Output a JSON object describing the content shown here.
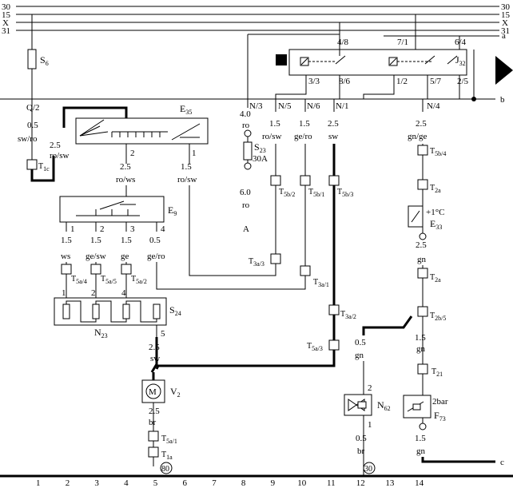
{
  "rails": {
    "r30": "30",
    "r15": "15",
    "rX": "X",
    "r31": "31",
    "ra": "a",
    "rb": "b",
    "rc": "c"
  },
  "components": {
    "S6": {
      "main": "S",
      "sub": "6"
    },
    "E35": {
      "main": "E",
      "sub": "35"
    },
    "E9": {
      "main": "E",
      "sub": "9"
    },
    "S24": {
      "main": "S",
      "sub": "24"
    },
    "N23": {
      "main": "N",
      "sub": "23"
    },
    "V2": {
      "main": "V",
      "sub": "2"
    },
    "J32": {
      "main": "J",
      "sub": "32"
    },
    "S23": {
      "main": "S",
      "sub": "23"
    },
    "S23_rating": "30A",
    "E33": {
      "main": "E",
      "sub": "33"
    },
    "E33_temp": "+1°C",
    "N62": {
      "main": "N",
      "sub": "62"
    },
    "F73": {
      "main": "F",
      "sub": "73"
    },
    "F73_pressure": "2bar",
    "M": "M"
  },
  "relay_pins": [
    "4/8",
    "7/1",
    "6/4",
    "3/3",
    "8/6",
    "1/2",
    "5/7",
    "2/5"
  ],
  "bus_pins": [
    "Q/2",
    "N/3",
    "N/5",
    "N/6",
    "N/1",
    "N/4"
  ],
  "wires": {
    "w_s6": {
      "size": "0.5",
      "color": "sw/ro"
    },
    "w_e35_left": {
      "size": "2.5",
      "color": "ro/sw"
    },
    "w_e35_pin2": {
      "size": "2.5",
      "color": "ro/ws"
    },
    "w_e35_pin1": {
      "size": "1.5",
      "color": "ro/sw"
    },
    "w_n3": {
      "size": "4.0",
      "color": "ro"
    },
    "w_n3_low": {
      "size": "6.0",
      "color": "ro"
    },
    "w_n5": {
      "size": "1.5",
      "color": "ro/sw"
    },
    "w_n6": {
      "size": "1.5",
      "color": "ge/ro"
    },
    "w_n1": {
      "size": "2.5",
      "color": "sw"
    },
    "w_n4": {
      "size": "2.5",
      "color": "gn/ge"
    },
    "w_e9_1": {
      "size": "1.5",
      "color": "ws"
    },
    "w_e9_2": {
      "size": "1.5",
      "color": "ge/sw"
    },
    "w_e9_3": {
      "size": "1.5",
      "color": "ge"
    },
    "w_e9_4": {
      "size": "0.5",
      "color": "ge/ro"
    },
    "w_s24": {
      "size": "2.5",
      "color": "sw"
    },
    "w_v2": {
      "size": "2.5",
      "color": "br"
    },
    "w_e33": {
      "size": "2.5",
      "color": "gn"
    },
    "w_gn_mid": {
      "size": "1.5",
      "color": "gn"
    },
    "w_n62_in": {
      "size": "0.5",
      "color": "gn"
    },
    "w_n62_out": {
      "size": "0.5",
      "color": "br"
    },
    "w_f73": {
      "size": "1.5",
      "color": "gn"
    }
  },
  "wire_label_A": "A",
  "pins": {
    "e35_2": "2",
    "e35_1": "1",
    "e9_1": "1",
    "e9_2": "2",
    "e9_3": "3",
    "e9_4": "4",
    "s24_1": "1",
    "s24_2": "2",
    "s24_4": "4",
    "s24_5": "5",
    "n62_2": "2",
    "n62_1": "1"
  },
  "connectors": {
    "T1c": {
      "main": "T",
      "sub": "1c"
    },
    "T5b4": {
      "main": "T",
      "sub": "5b/4"
    },
    "T2a_1": {
      "main": "T",
      "sub": "2a"
    },
    "T5b2": {
      "main": "T",
      "sub": "5b/2"
    },
    "T5b1": {
      "main": "T",
      "sub": "5b/1"
    },
    "T5b3": {
      "main": "T",
      "sub": "5b/3"
    },
    "T5a4": {
      "main": "T",
      "sub": "5a/4"
    },
    "T5a5": {
      "main": "T",
      "sub": "5a/5"
    },
    "T5a2": {
      "main": "T",
      "sub": "5a/2"
    },
    "T3a3": {
      "main": "T",
      "sub": "3a/3"
    },
    "T3a1": {
      "main": "T",
      "sub": "3a/1"
    },
    "T2a_2": {
      "main": "T",
      "sub": "2a"
    },
    "T3a2": {
      "main": "T",
      "sub": "3a/2"
    },
    "T2b5": {
      "main": "T",
      "sub": "2b/5"
    },
    "T5a3": {
      "main": "T",
      "sub": "5a/3"
    },
    "T21": {
      "main": "T",
      "sub": "21"
    },
    "T5a1": {
      "main": "T",
      "sub": "5a/1"
    },
    "T1a": {
      "main": "T",
      "sub": "1a"
    }
  },
  "ground_points": [
    "80",
    "30"
  ],
  "grid_numbers": [
    "1",
    "2",
    "3",
    "4",
    "5",
    "6",
    "7",
    "8",
    "9",
    "10",
    "11",
    "12",
    "13",
    "14"
  ]
}
